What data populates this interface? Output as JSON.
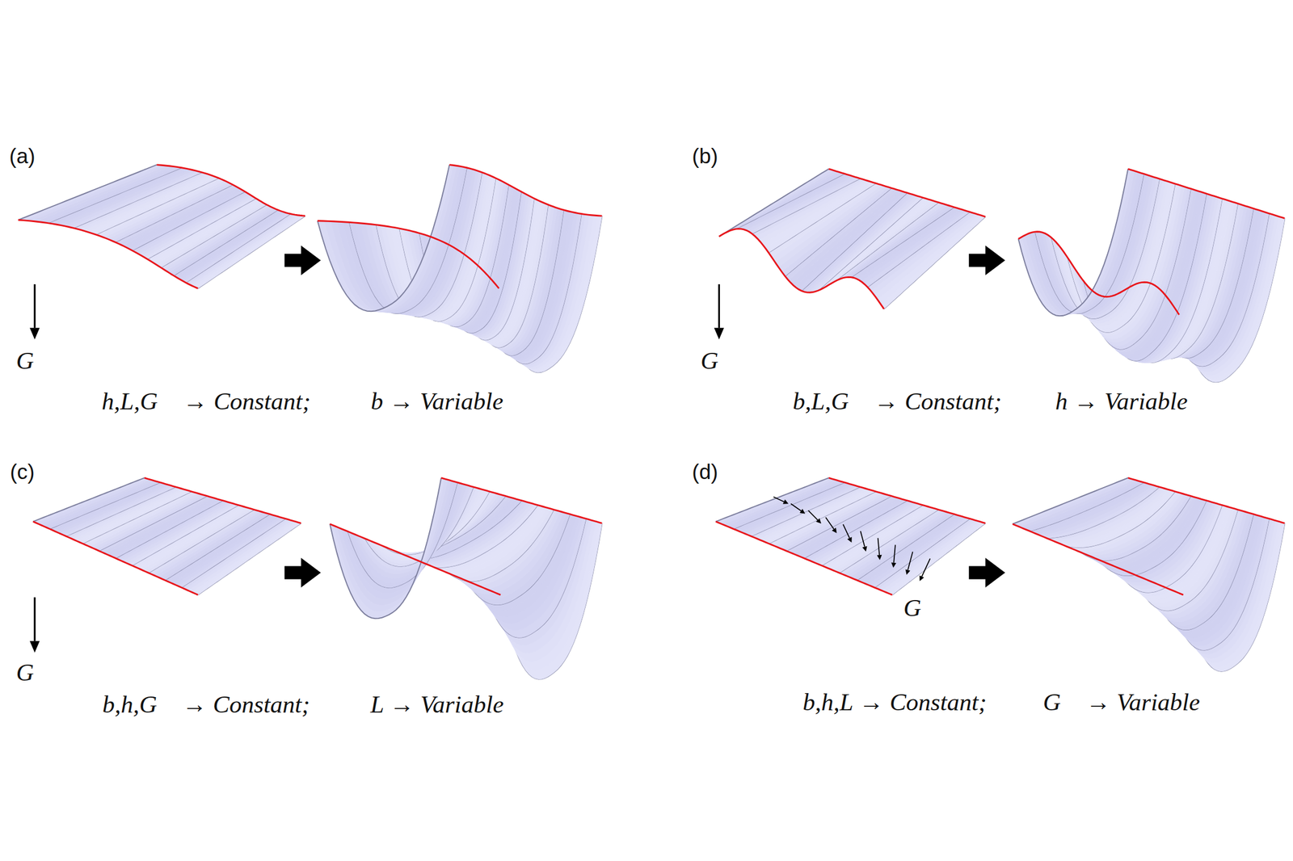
{
  "diagram": {
    "labels": [
      "(a)",
      "G⃗",
      "h,L,G⃗ → Constant;",
      "b → Variable",
      "(b)",
      "G⃗",
      "b,L,G⃗ → Constant;",
      "h → Variable",
      "(c)",
      "G⃗",
      "b,h,G⃗ → Constant;",
      "L → Variable",
      "(d)",
      "G⃗",
      "b,h,L → Constant;",
      "G⃗ → Variable"
    ]
  }
}
